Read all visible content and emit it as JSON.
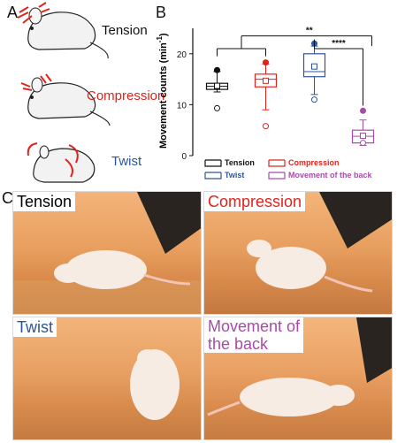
{
  "panels": {
    "a": "A",
    "b": "B",
    "c": "C"
  },
  "rats": [
    {
      "label": "Tension",
      "color": "#111111"
    },
    {
      "label": "Compression",
      "color": "#e0241b"
    },
    {
      "label": "Twist",
      "color": "#2f5597"
    }
  ],
  "chart_data": {
    "type": "box",
    "ylabel": "Movement counts (min",
    "ylabel_superscript": "-1",
    "ylabel_close": ")",
    "ylim": [
      0,
      25
    ],
    "yticks": [
      "0",
      "10",
      "20"
    ],
    "series": [
      {
        "name": "Tension",
        "color": "#111111",
        "q1": 13,
        "median": 13.6,
        "q3": 14.2,
        "mean": 13.7,
        "whisker_low": 12.5,
        "whisker_high": 16.5,
        "max_point": 16.8,
        "min_point": 9.3
      },
      {
        "name": "Compression",
        "color": "#e0241b",
        "q1": 13.5,
        "median": 15,
        "q3": 16,
        "mean": 14.7,
        "whisker_low": 9,
        "whisker_high": 18,
        "max_point": 18.3,
        "min_point": 5.8
      },
      {
        "name": "Twist",
        "color": "#2f5597",
        "q1": 15.5,
        "median": 16.5,
        "q3": 20,
        "mean": 17.5,
        "whisker_low": 12,
        "whisker_high": 21.5,
        "max_point": 22,
        "min_point": 11
      },
      {
        "name": "Movement of the back",
        "color": "#a64ca6",
        "q1": 2.5,
        "median": 3.8,
        "q3": 5,
        "mean": 3.9,
        "whisker_low": 2,
        "whisker_high": 7,
        "max_point": 8.8,
        "min_point": 2.5
      }
    ],
    "significance": [
      {
        "label": "**"
      },
      {
        "label": "****"
      }
    ]
  },
  "legend": [
    {
      "label": "Tension",
      "color": "#111111"
    },
    {
      "label": "Compression",
      "color": "#e0241b"
    },
    {
      "label": "Twist",
      "color": "#2f5597"
    },
    {
      "label": "Movement of the back",
      "color": "#a64ca6"
    }
  ],
  "photos": [
    {
      "label": "Tension",
      "color": "#111111"
    },
    {
      "label": "Compression",
      "color": "#e0241b"
    },
    {
      "label": "Twist",
      "color": "#2f5597"
    },
    {
      "label_line1": "Movement of",
      "label_line2": "the back",
      "color": "#a64ca6"
    }
  ]
}
